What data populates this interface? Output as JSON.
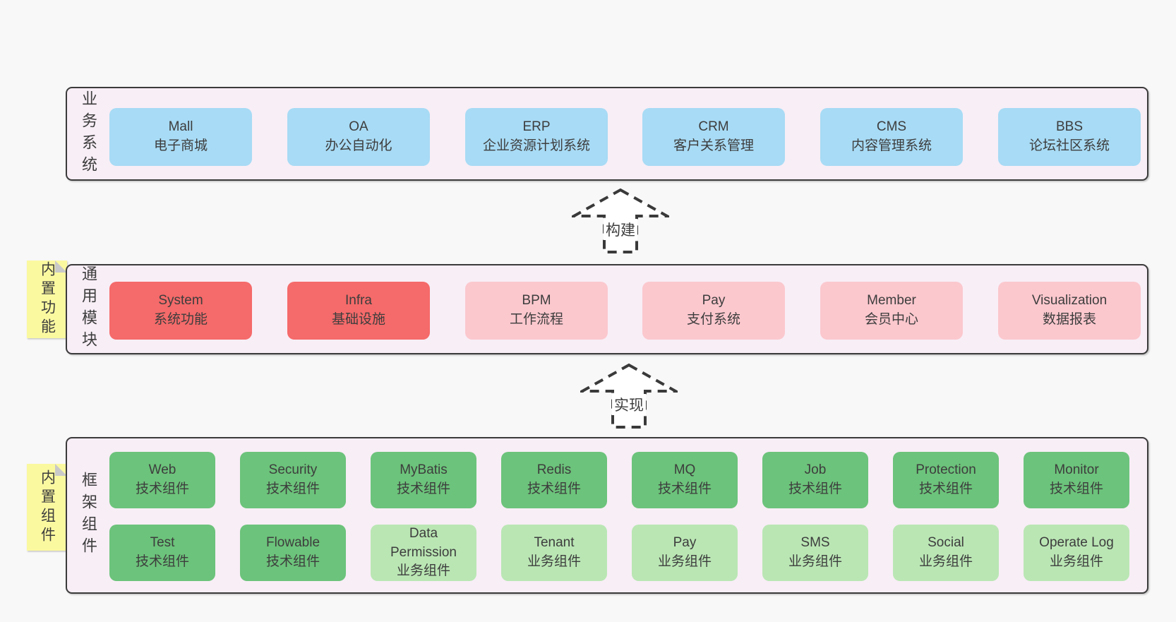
{
  "diagram": {
    "layers": [
      {
        "id": "business-systems",
        "label": "业务系统",
        "note": null,
        "rows": [
          [
            {
              "title": "Mall",
              "subtitle": "电子商城",
              "color": "blue"
            },
            {
              "title": "OA",
              "subtitle": "办公自动化",
              "color": "blue"
            },
            {
              "title": "ERP",
              "subtitle": "企业资源计划系统",
              "color": "blue"
            },
            {
              "title": "CRM",
              "subtitle": "客户关系管理",
              "color": "blue"
            },
            {
              "title": "CMS",
              "subtitle": "内容管理系统",
              "color": "blue"
            },
            {
              "title": "BBS",
              "subtitle": "论坛社区系统",
              "color": "blue"
            }
          ]
        ]
      },
      {
        "id": "common-modules",
        "label": "通用模块",
        "note": "内置功能",
        "rows": [
          [
            {
              "title": "System",
              "subtitle": "系统功能",
              "color": "red"
            },
            {
              "title": "Infra",
              "subtitle": "基础设施",
              "color": "red"
            },
            {
              "title": "BPM",
              "subtitle": "工作流程",
              "color": "pink"
            },
            {
              "title": "Pay",
              "subtitle": "支付系统",
              "color": "pink"
            },
            {
              "title": "Member",
              "subtitle": "会员中心",
              "color": "pink"
            },
            {
              "title": "Visualization",
              "subtitle": "数据报表",
              "color": "pink"
            }
          ]
        ]
      },
      {
        "id": "framework-components",
        "label": "框架组件",
        "note": "内置组件",
        "rows": [
          [
            {
              "title": "Web",
              "subtitle": "技术组件",
              "color": "green"
            },
            {
              "title": "Security",
              "subtitle": "技术组件",
              "color": "green"
            },
            {
              "title": "MyBatis",
              "subtitle": "技术组件",
              "color": "green"
            },
            {
              "title": "Redis",
              "subtitle": "技术组件",
              "color": "green"
            },
            {
              "title": "MQ",
              "subtitle": "技术组件",
              "color": "green"
            },
            {
              "title": "Job",
              "subtitle": "技术组件",
              "color": "green"
            },
            {
              "title": "Protection",
              "subtitle": "技术组件",
              "color": "green"
            },
            {
              "title": "Monitor",
              "subtitle": "技术组件",
              "color": "green"
            }
          ],
          [
            {
              "title": "Test",
              "subtitle": "技术组件",
              "color": "green"
            },
            {
              "title": "Flowable",
              "subtitle": "技术组件",
              "color": "green"
            },
            {
              "title": "Data Permission",
              "subtitle": "业务组件",
              "color": "lightGreen"
            },
            {
              "title": "Tenant",
              "subtitle": "业务组件",
              "color": "lightGreen"
            },
            {
              "title": "Pay",
              "subtitle": "业务组件",
              "color": "lightGreen"
            },
            {
              "title": "SMS",
              "subtitle": "业务组件",
              "color": "lightGreen"
            },
            {
              "title": "Social",
              "subtitle": "业务组件",
              "color": "lightGreen"
            },
            {
              "title": "Operate Log",
              "subtitle": "业务组件",
              "color": "lightGreen"
            }
          ]
        ]
      }
    ],
    "arrows": [
      {
        "label": "构建"
      },
      {
        "label": "实现"
      }
    ],
    "colors": {
      "page": "#f8f8f8",
      "panel": "#f8eef6",
      "border": "#3b3b3b",
      "text": "#3d3d3d",
      "blue": "#a8dbf5",
      "red": "#f56a6a",
      "pink": "#fbc8ce",
      "green": "#6cc37b",
      "lightGreen": "#bae6b4",
      "note": "#fbf9a0",
      "noteFold": "#c9c9c9",
      "arrowStroke": "#3a3a3a",
      "arrowFill": "#ffffff"
    }
  }
}
